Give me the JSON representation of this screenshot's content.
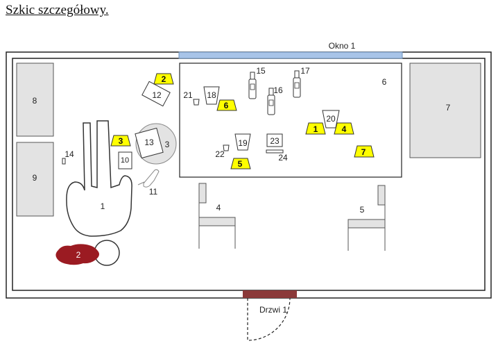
{
  "page": {
    "heading": "Szkic szczegółowy."
  },
  "labels": {
    "window": "Okno 1",
    "door": "Drzwi 1",
    "body": "1",
    "blood": "2",
    "chair_left": "4",
    "chair_right": "5",
    "table": "6",
    "cabinet_right": "7",
    "cabinet_top_left": "8",
    "cabinet_bottom_left": "9",
    "item_10": "10",
    "item_11": "11",
    "item_12": "12",
    "item_13": "13",
    "item_14": "14",
    "item_15": "15",
    "item_16": "16",
    "item_17": "17",
    "item_18": "18",
    "item_19": "19",
    "item_20": "20",
    "item_21": "21",
    "item_22": "22",
    "item_23": "23",
    "item_24": "24",
    "plate_3": "3"
  },
  "markers": {
    "m1": "1",
    "m2": "2",
    "m3": "3",
    "m4": "4",
    "m5": "5",
    "m6": "6",
    "m7": "7"
  },
  "colors": {
    "marker_yellow": "#ffff00",
    "blood": "#9b1b22",
    "window_blue": "#a8c4e8",
    "door_brown": "#8b3a3a",
    "furniture_grey": "#e3e3e3"
  }
}
